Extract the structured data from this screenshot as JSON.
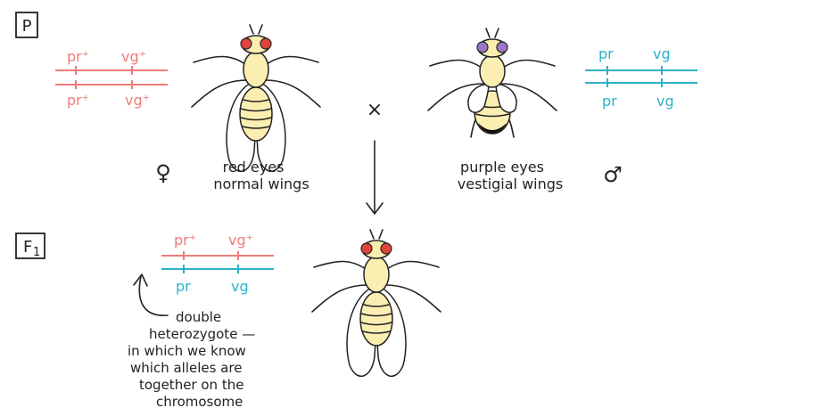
{
  "parent_label": "P",
  "f1_label": "F",
  "f1_subscript": "1",
  "cross_symbol": "×",
  "female": {
    "symbol": "♀",
    "trait1": "red eyes",
    "trait2": "normal wings",
    "alleles_top": [
      "pr⁺",
      "vg⁺"
    ],
    "alleles_bottom": [
      "pr⁺",
      "vg⁺"
    ],
    "eye_color": "#e0443c"
  },
  "male": {
    "symbol": "♂",
    "trait1": "purple eyes",
    "trait2": "vestigial wings",
    "alleles_top": [
      "pr",
      "vg"
    ],
    "alleles_bottom": [
      "pr",
      "vg"
    ],
    "eye_color": "#9a76c6"
  },
  "f1": {
    "alleles_top": [
      "pr⁺",
      "vg⁺"
    ],
    "alleles_bottom": [
      "pr",
      "vg"
    ],
    "eye_color": "#e0443c"
  },
  "note": {
    "line1": "double",
    "line2": "heterozygote —",
    "line3": "in which we know",
    "line4": "which alleles are",
    "line5": "together on the",
    "line6": "chromosome"
  },
  "colors": {
    "wildtype": "#ee7c78",
    "mutant": "#2bb1c9",
    "body": "#fbeeb1"
  }
}
